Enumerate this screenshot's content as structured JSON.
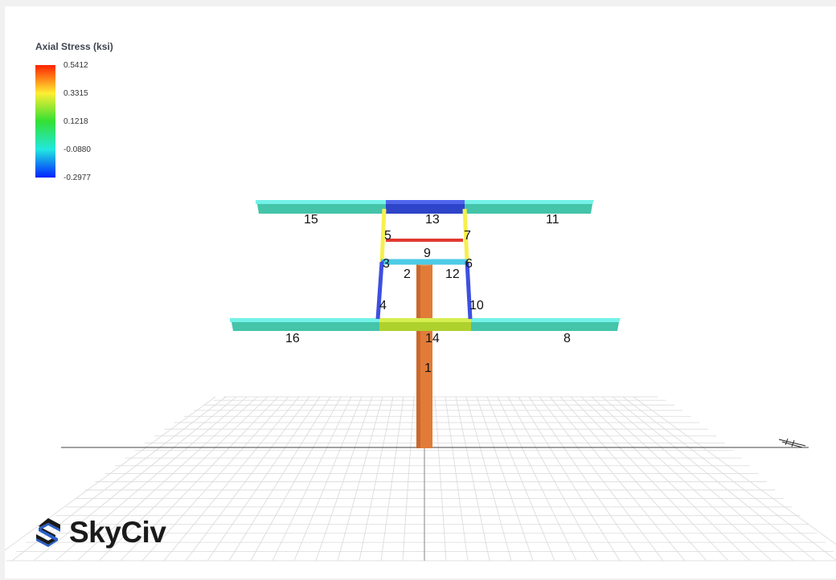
{
  "legend": {
    "title": "Axial Stress (ksi)",
    "ticks": [
      "0.5412",
      "0.3315",
      "0.1218",
      "-0.0880",
      "-0.2977"
    ]
  },
  "members": [
    "1",
    "2",
    "3",
    "4",
    "5",
    "6",
    "7",
    "8",
    "9",
    "10",
    "11",
    "12",
    "13",
    "14",
    "15",
    "16"
  ],
  "logo": {
    "text": "SkyCiv"
  },
  "colors": {
    "cyan": "#5ee8dc",
    "blue": "#3d4fe0",
    "yellow": "#f7f04d",
    "red": "#e23a30",
    "orange": "#e27b38",
    "yellow_green": "#c4e440"
  }
}
